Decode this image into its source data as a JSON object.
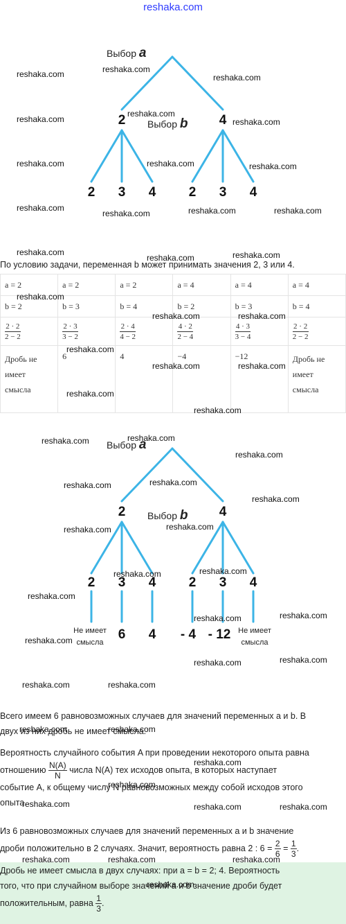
{
  "site_link": "reshaka.com",
  "watermark": "reshaka.com",
  "tree1": {
    "choice_a": "Выбор",
    "var_a": "a",
    "choice_b": "Выбор",
    "var_b": "b",
    "level1": [
      "2",
      "4"
    ],
    "level2": [
      "2",
      "3",
      "4",
      "2",
      "3",
      "4"
    ],
    "line_color": "#3cb4e6"
  },
  "para1": {
    "text": "По условию задачи, переменная b может принимать значения 2, 3 или 4."
  },
  "table": {
    "row_a": [
      "a = 2",
      "a = 2",
      "a = 2",
      "a = 4",
      "a = 4",
      "a = 4"
    ],
    "row_b": [
      "b = 2",
      "b = 3",
      "b = 4",
      "b = 2",
      "b = 3",
      "b = 4"
    ],
    "row_frac": [
      {
        "num": "2 · 2",
        "den": "2 − 2"
      },
      {
        "num": "2 · 3",
        "den": "3 − 2"
      },
      {
        "num": "2 · 4",
        "den": "4 − 2"
      },
      {
        "num": "4 · 2",
        "den": "2 − 4"
      },
      {
        "num": "4 · 3",
        "den": "3 − 4"
      },
      {
        "num": "2 · 2",
        "den": "2 − 2"
      }
    ],
    "row_result": [
      "Дробь не имеет смысла",
      "6",
      "4",
      "−4",
      "−12",
      "Дробь не имеет смысла"
    ]
  },
  "tree2": {
    "choice_a": "Выбор",
    "var_a": "a",
    "choice_b": "Выбор",
    "var_b": "b",
    "level1": [
      "2",
      "4"
    ],
    "level2": [
      "2",
      "3",
      "4",
      "2",
      "3",
      "4"
    ],
    "results": [
      "Не имеет смысла",
      "6",
      "4",
      "- 4",
      "- 12",
      "Не имеет смысла"
    ],
    "line_color": "#3cb4e6"
  },
  "para2": {
    "l1": "Всего имеем 6 равновозможных случаев для значений переменных a и b. В",
    "l2": "двух из них дробь не имеет смысла."
  },
  "para3": {
    "l1": "Вероятность случайного события A при проведении некоторого опыта равна",
    "l2a": "отношению",
    "frac_num": "N(A)",
    "frac_den": "N",
    "l2b": "числа N(A) тех исходов опыта, в которых наступает",
    "l3": "событие A, к общему числу N равновозможных между собой исходов этого",
    "l4": "опыта."
  },
  "para4": {
    "l1": "Из 6 равновозможных случаев для значений переменных a и b значение",
    "l2": "дроби положительно в 2 случаях. Значит, вероятность равна 2 : 6 =",
    "f1_num": "2",
    "f1_den": "6",
    "eq": "=",
    "f2_num": "1",
    "f2_den": "3"
  },
  "answer": {
    "l1": "Дробь не имеет смысла в двух случаях: при a = b = 2;  4. Вероятность",
    "l2": "того, что при случайном выборе значений a и b значение дроби будет",
    "l3": "положительным, равна",
    "f_num": "1",
    "f_den": "3",
    "bg_color": "#dff3e3"
  }
}
